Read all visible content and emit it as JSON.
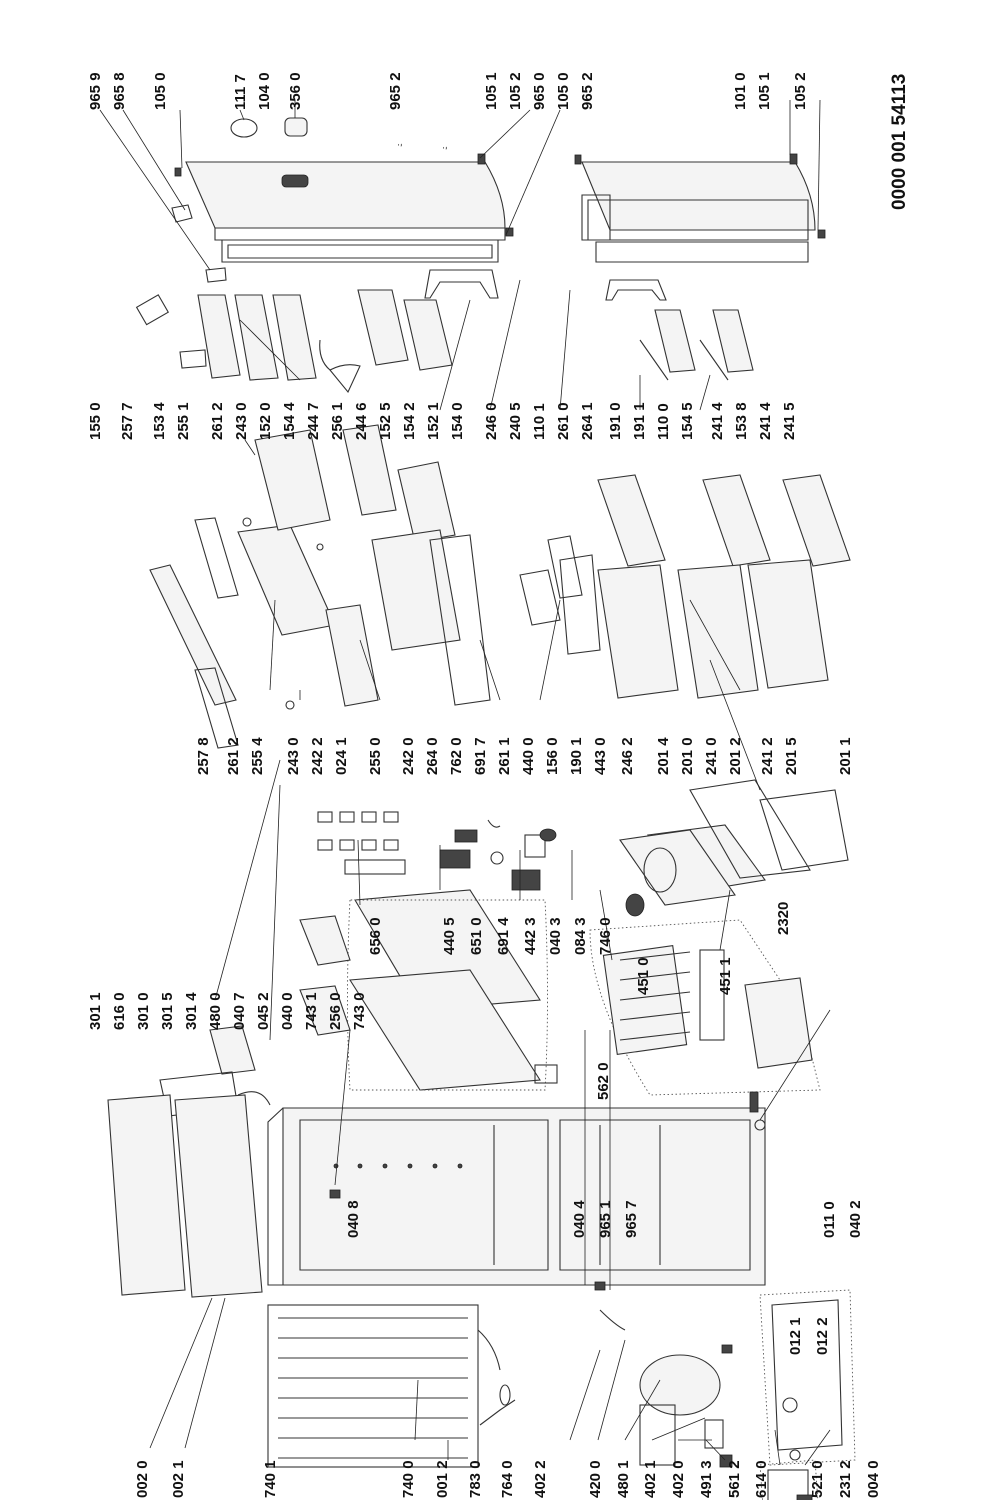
{
  "drawing_number": "0000 001 54113",
  "labels": {
    "bottom": [
      "002 0",
      "002 1",
      "740 1",
      "740 0",
      "001 2",
      "783 0",
      "764 0",
      "402 2",
      "420 0",
      "480 1",
      "402 1",
      "402 0",
      "491 3",
      "561 2",
      "614 0",
      "521 0",
      "231 2",
      "004 0"
    ],
    "mid_left": [
      "040 8",
      "040 4",
      "965 1",
      "965 7",
      "012 1",
      "012 2",
      "011 0",
      "040 2"
    ],
    "mid_top": [
      "301 1",
      "616 0",
      "301 0",
      "301 5",
      "301 4",
      "480 0",
      "040 7",
      "045 2",
      "040 0",
      "743 1",
      "256 0",
      "743 0",
      "656 0",
      "440 5",
      "651 0",
      "691 4",
      "442 3",
      "040 3",
      "084 3",
      "746 0",
      "451 0",
      "451 1",
      "2320",
      "562 0"
    ],
    "center": [
      "257 8",
      "261 2",
      "255 4",
      "243 0",
      "242 2",
      "024 1",
      "255 0",
      "242 0",
      "264 0",
      "762 0",
      "691 7",
      "261 1",
      "440 0",
      "156 0",
      "190 1",
      "443 0",
      "246 2",
      "201 4",
      "201 0",
      "241 0",
      "201 2",
      "241 2",
      "201 5",
      "201 1"
    ],
    "upper": [
      "155 0",
      "257 7",
      "153 4",
      "255 1",
      "261 2",
      "243 0",
      "152 0",
      "154 4",
      "244 7",
      "256 1",
      "244 6",
      "152 5",
      "154 2",
      "152 1",
      "154 0",
      "246 0",
      "240 5",
      "110 1",
      "261 0",
      "264 1",
      "191 0",
      "191 1",
      "110 0",
      "154 5",
      "241 4",
      "153 8",
      "241 4",
      "241 5"
    ],
    "top": [
      "965 9",
      "965 8",
      "105 0",
      "111 7",
      "104 0",
      "356 0",
      "965 2",
      "105 1",
      "105 2",
      "965 0",
      "105 0",
      "965 2",
      "101 0",
      "105 1",
      "105 2"
    ]
  }
}
